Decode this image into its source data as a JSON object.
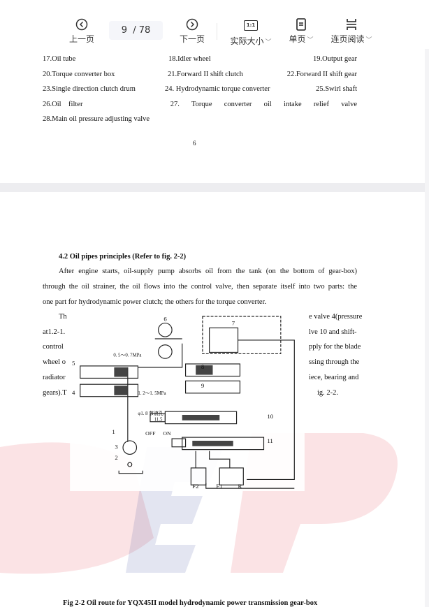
{
  "toolbar": {
    "prev_label": "上一页",
    "next_label": "下一页",
    "current_page": "9",
    "total_pages": "/ 78",
    "actual_size_label": "实际大小",
    "actual_size_icon_text": "1:1",
    "single_page_label": "单页",
    "continuous_label": "连页阅读"
  },
  "page1": {
    "rows": [
      [
        "17.Oil tube",
        "18.Idler wheel",
        "19.Output gear"
      ],
      [
        "20.Torque converter box",
        "21.Forward II shift clutch",
        "22.Forward II shift gear"
      ],
      [
        "23.Single direction clutch drum",
        "24. Hydrodynamic torque converter",
        "25.Swirl shaft"
      ],
      [
        "26.Oil    filter",
        "27.  Torque  converter  oil  intake  relief  valve",
        ""
      ],
      [
        "28.Main oil pressure adjusting valve",
        "",
        ""
      ]
    ],
    "page_number": "6"
  },
  "page2": {
    "heading": "4.2 Oil pipes principles (Refer to fig. 2-2)",
    "para1": [
      "After engine starts, oil-supply pump absorbs oil from the tank (on the bottom of gear-box)",
      "through the oil strainer, the oil flows into the control valve, then separate itself into two parts: the",
      "one part for hydrodynamic power clutch; the others for the torque converter."
    ],
    "para2_left": [
      "Th",
      "at1.2-1.",
      "control",
      "wheel o",
      "radiator",
      "gears).T"
    ],
    "para2_right": [
      "e valve 4(pressure",
      "lve 10 and shift-",
      "pply for the blade",
      "ssing through the",
      "iece, bearing and",
      "ig. 2-2."
    ],
    "caption": "Fig 2-2 Oil route for YQX45II model hydrodynamic power transmission gear-box"
  },
  "diagram": {
    "labels": {
      "n1": "1",
      "n2": "2",
      "n3": "3",
      "n4": "4",
      "n5": "5",
      "n6": "6",
      "n7": "7",
      "n8": "8",
      "n9": "9",
      "n10": "10",
      "n11": "11",
      "p_low": "0. 5～0. 7MPa",
      "p_high": "1. 2～1. 5MPa",
      "orifice": "φ1. 8 节流孔",
      "travel": "11.5",
      "off": "OFF",
      "on": "ON",
      "f2": "F2",
      "f1": "F1",
      "r": "R"
    }
  },
  "watermark": {
    "text": "DEP",
    "red": "#e8505b",
    "blue": "#3a4a9a"
  }
}
